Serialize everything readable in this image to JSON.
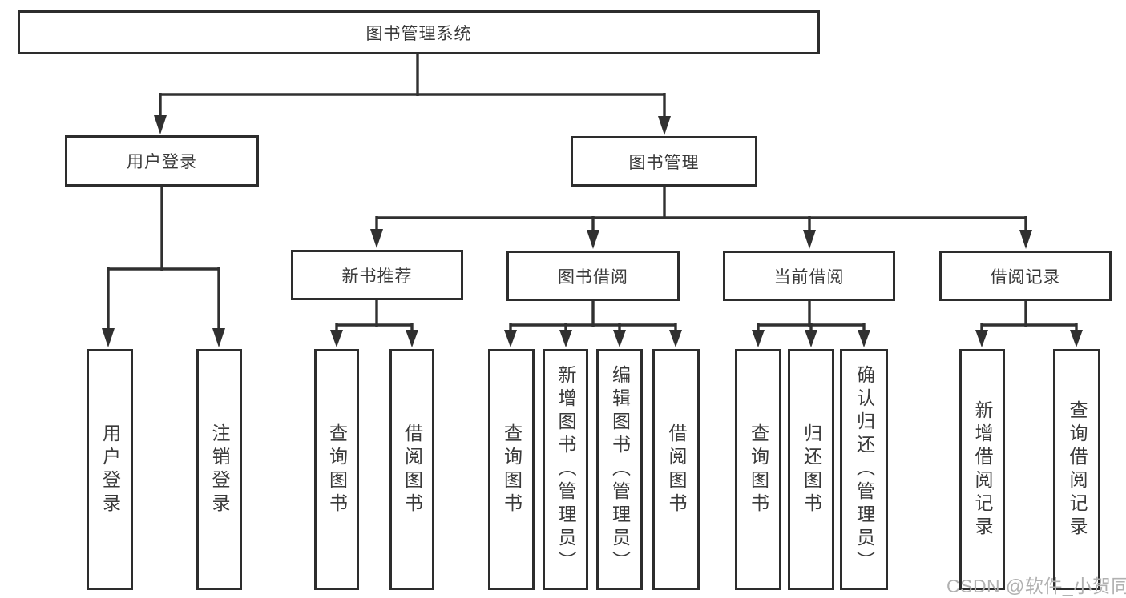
{
  "tree": {
    "root": {
      "label": "图书管理系统"
    },
    "branches": [
      {
        "label": "用户登录",
        "children": [
          {
            "label": "用户登录"
          },
          {
            "label": "注销登录"
          }
        ]
      },
      {
        "label": "图书管理",
        "children": [
          {
            "label": "新书推荐",
            "children": [
              {
                "label": "查询图书"
              },
              {
                "label": "借阅图书"
              }
            ]
          },
          {
            "label": "图书借阅",
            "children": [
              {
                "label": "查询图书"
              },
              {
                "label": "新增图书（管理员）"
              },
              {
                "label": "编辑图书（管理员）"
              },
              {
                "label": "借阅图书"
              }
            ]
          },
          {
            "label": "当前借阅",
            "children": [
              {
                "label": "查询图书"
              },
              {
                "label": "归还图书"
              },
              {
                "label": "确认归还（管理员）"
              }
            ]
          },
          {
            "label": "借阅记录",
            "children": [
              {
                "label": "新增借阅记录"
              },
              {
                "label": "查询借阅记录"
              }
            ]
          }
        ]
      }
    ]
  },
  "watermark": {
    "text": "CSDN @软件_小贺同学"
  },
  "colors": {
    "line": "#303030",
    "border": "#2d2d2d",
    "text": "#3a3a3a",
    "background": "#ffffff",
    "watermark": "#b1b1b1"
  }
}
